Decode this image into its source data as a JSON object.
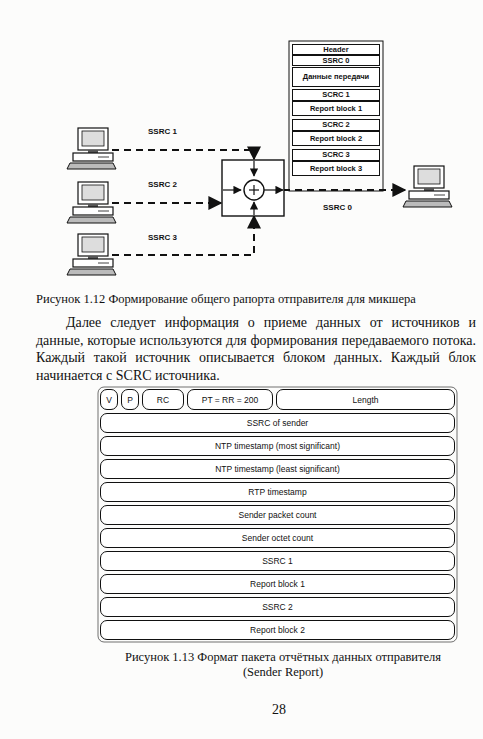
{
  "diagram": {
    "nodes": [
      {
        "text": [
          "Header"
        ]
      },
      {
        "text": [
          "SSRC 0"
        ]
      },
      {
        "text": [
          "Данные передачи"
        ]
      },
      {
        "text": [
          "SCRC 1"
        ]
      },
      {
        "text": [
          "Report block 1"
        ]
      },
      {
        "text": [
          "SCRC 2"
        ]
      },
      {
        "text": [
          "Report block 2"
        ]
      },
      {
        "text": [
          "SCRC 3"
        ]
      },
      {
        "text": [
          "Report block 3"
        ]
      },
      {
        "text": [
          "V"
        ]
      },
      {
        "text": [
          "P"
        ]
      },
      {
        "text": [
          "RC"
        ]
      },
      {
        "text": [
          "PT = RR = 200"
        ]
      },
      {
        "text": [
          "Length"
        ]
      },
      {
        "text": [
          "SSRC of sender"
        ]
      },
      {
        "text": [
          "NTP timestamp (most significant)"
        ]
      },
      {
        "text": [
          "NTP timestamp (least significant)"
        ]
      },
      {
        "text": [
          "RTP timestamp"
        ]
      },
      {
        "text": [
          "Sender packet count"
        ]
      },
      {
        "text": [
          "Sender octet count"
        ]
      },
      {
        "text": [
          "SSRC 1"
        ]
      },
      {
        "text": [
          "Report block 1"
        ]
      },
      {
        "text": [
          "SSRC 2"
        ]
      },
      {
        "text": [
          "Report block 2"
        ]
      }
    ],
    "labels": [
      "SSRC 1",
      "SSRC 2",
      "SSRC 3",
      "SSRC 0",
      "Рисунок 1.12 Формирование общего рапорта отправителя для микшера",
      "Далее следует информация о приеме данных от источников и данные, которые используются для формирования передаваемого потока. Каждый такой источник описывается блоком данных. Каждый блок начинается с SCRC источника.",
      "Рисунок 1.13 Формат пакета отчётных данных отправителя (Sender Report)",
      "28"
    ]
  }
}
